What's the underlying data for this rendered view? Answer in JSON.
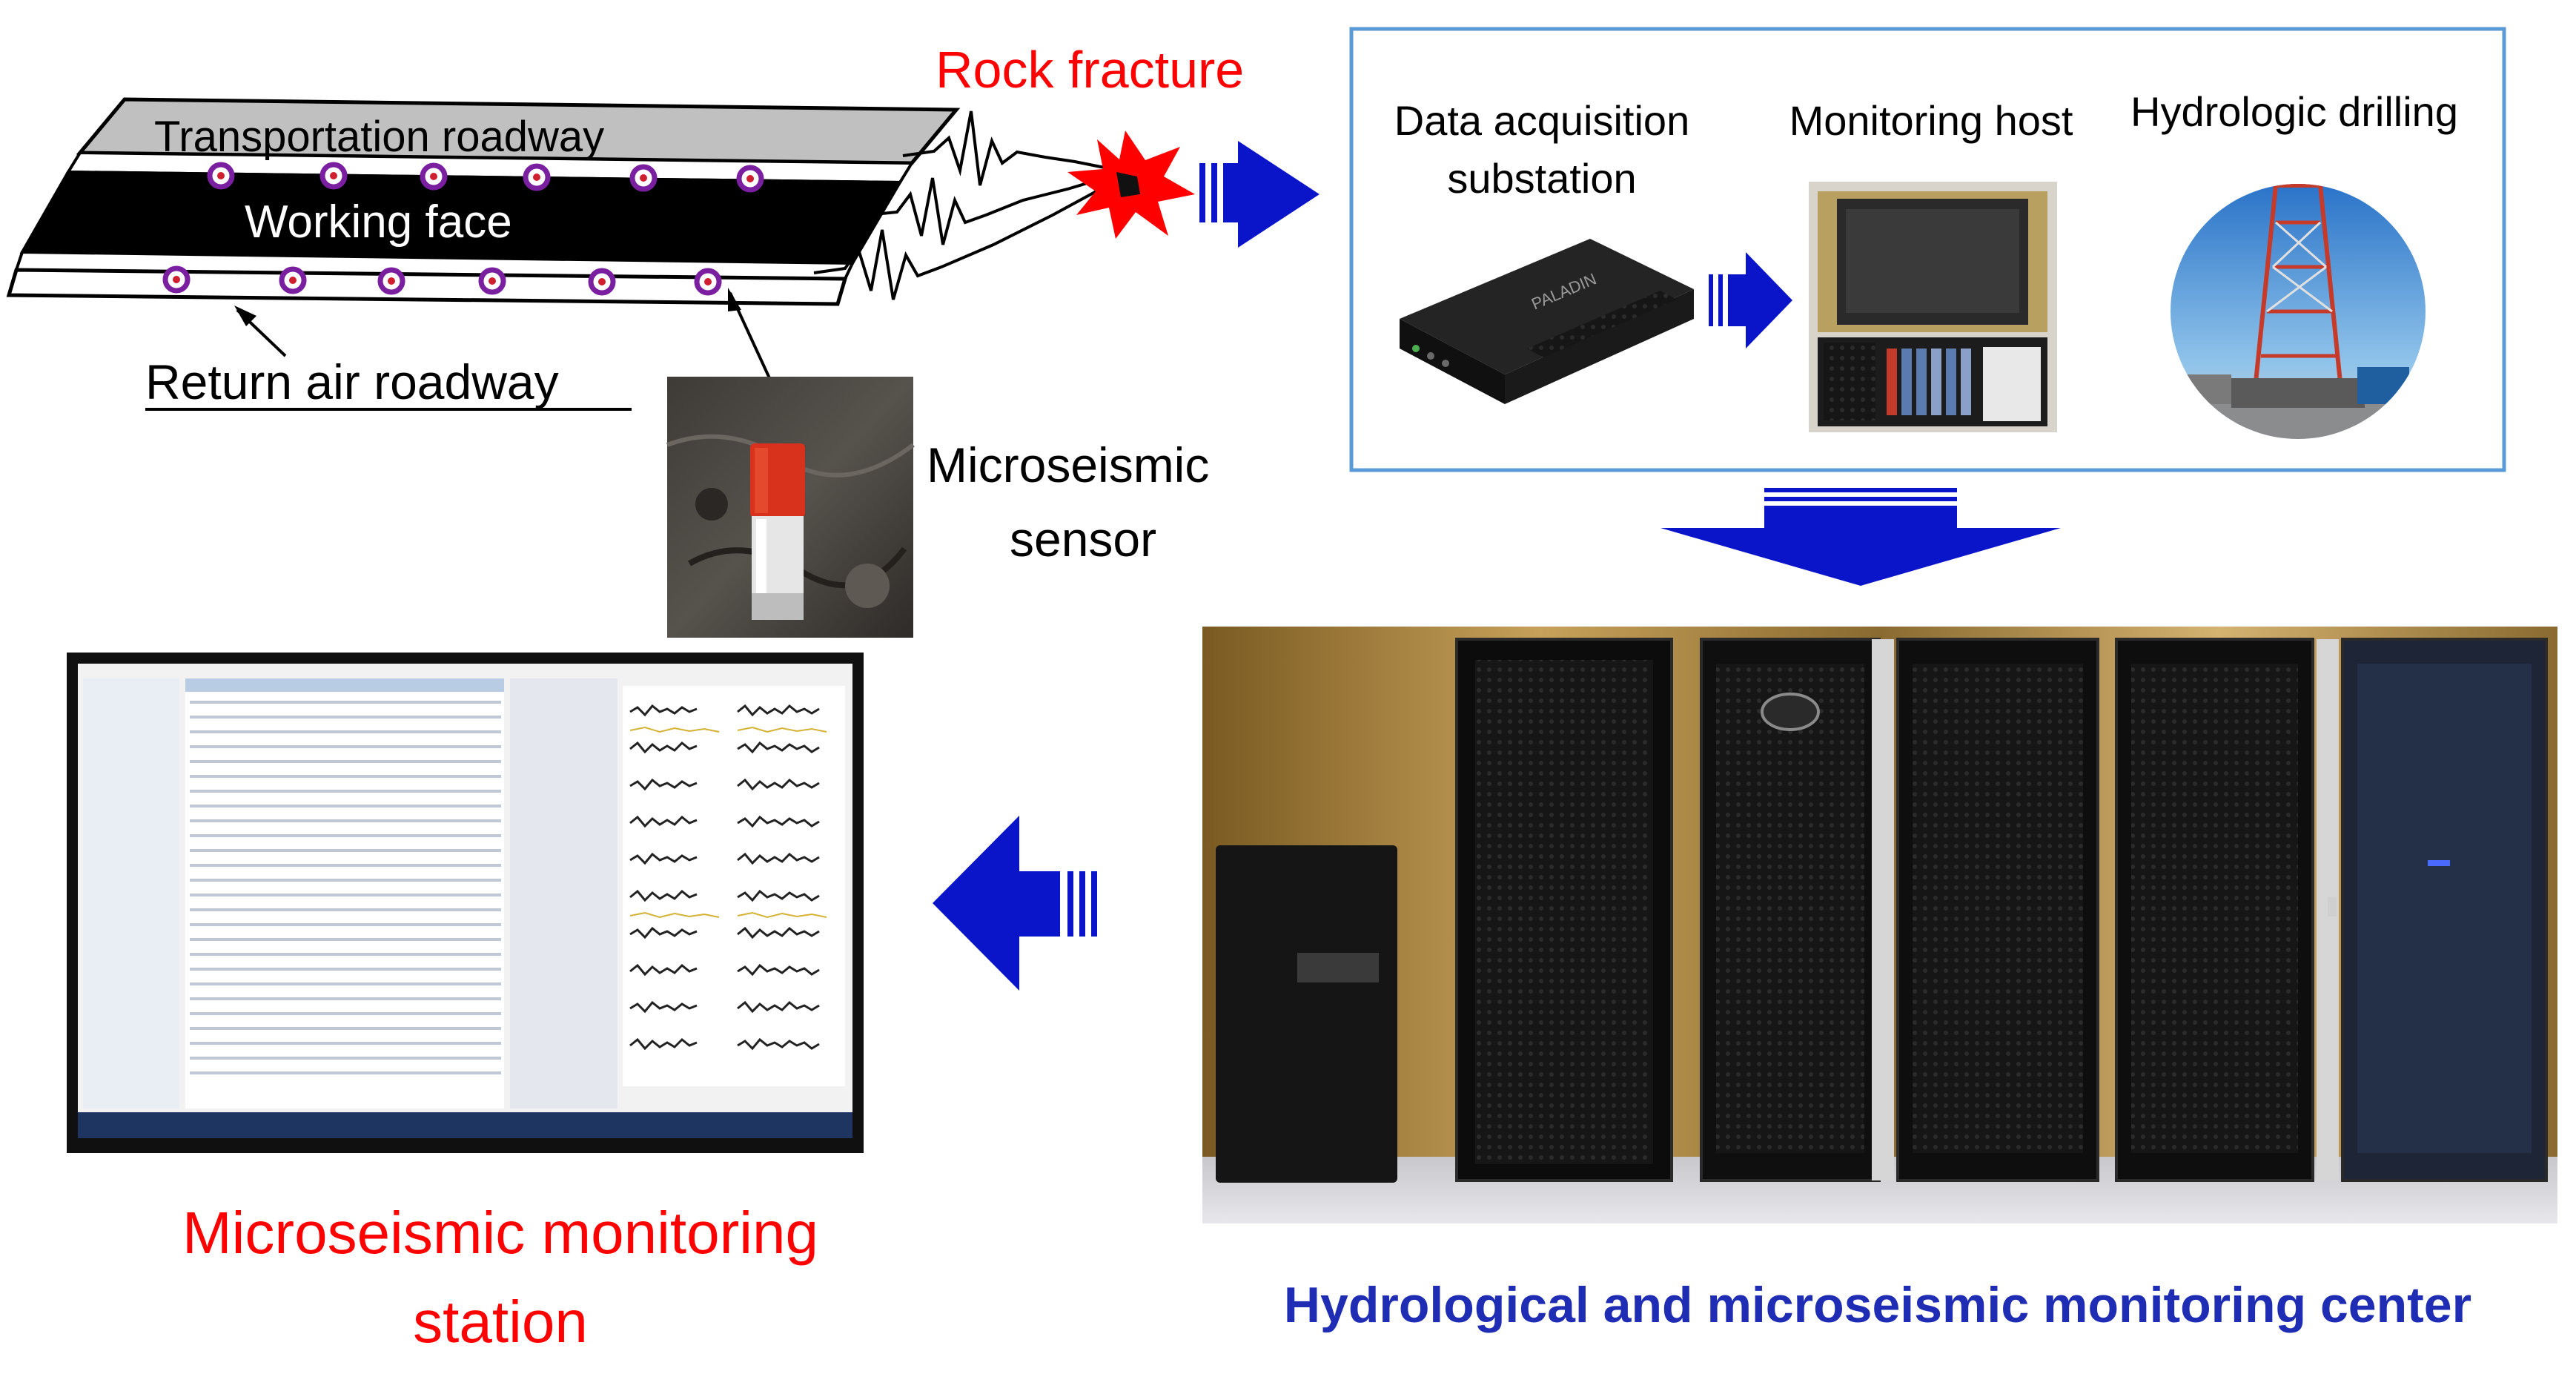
{
  "roadway": {
    "transport_label": "Transportation roadway",
    "face_label": "Working face",
    "return_label": "Return air roadway"
  },
  "fracture": {
    "label": "Rock fracture",
    "color": "#ff0000"
  },
  "sensor": {
    "line1": "Microseismic",
    "line2": "sensor"
  },
  "system_panel": {
    "border_color": "#5b9bd5",
    "substation_line1": "Data acquisition",
    "substation_line2": "substation",
    "host_label": "Monitoring host",
    "drilling_label": "Hydrologic drilling",
    "device_brand": "PALADIN"
  },
  "center": {
    "label": "Hydrological and microseismic monitoring center",
    "color": "#1f2db4"
  },
  "station": {
    "line1": "Microseismic monitoring",
    "line2": "station",
    "color": "#ff0000"
  },
  "arrow_color": "#0a14c8"
}
